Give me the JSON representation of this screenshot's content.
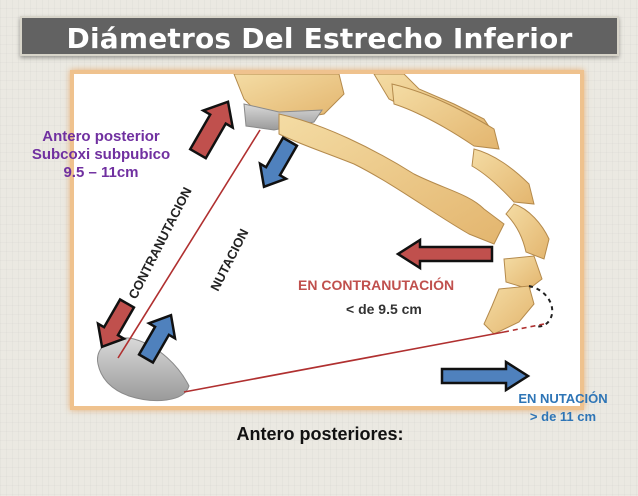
{
  "title": "Diámetros Del Estrecho Inferior",
  "antero_posterior_label": {
    "line1": "Antero posterior",
    "line2": "Subcoxi subpubico",
    "line3": "9.5 – 11cm"
  },
  "diagram_labels": {
    "contranutacion_axis": "CONTRANUTACION",
    "nutacion_axis": "NUTACION",
    "contranutacion_title": "EN CONTRANUTACIÓN",
    "contranutacion_value": "< de 9.5 cm"
  },
  "nutacion_label": {
    "line1": "EN NUTACIÓN",
    "line2": "> de 11 cm"
  },
  "bottom_caption": "Antero posteriores:",
  "colors": {
    "title_bar": "#626262",
    "frame": "#efc28e",
    "red_arrow": "#c0504d",
    "blue_arrow": "#4f81bd",
    "purple_text": "#7030a0",
    "blue_text": "#2e75b6",
    "line": "#b03030"
  }
}
